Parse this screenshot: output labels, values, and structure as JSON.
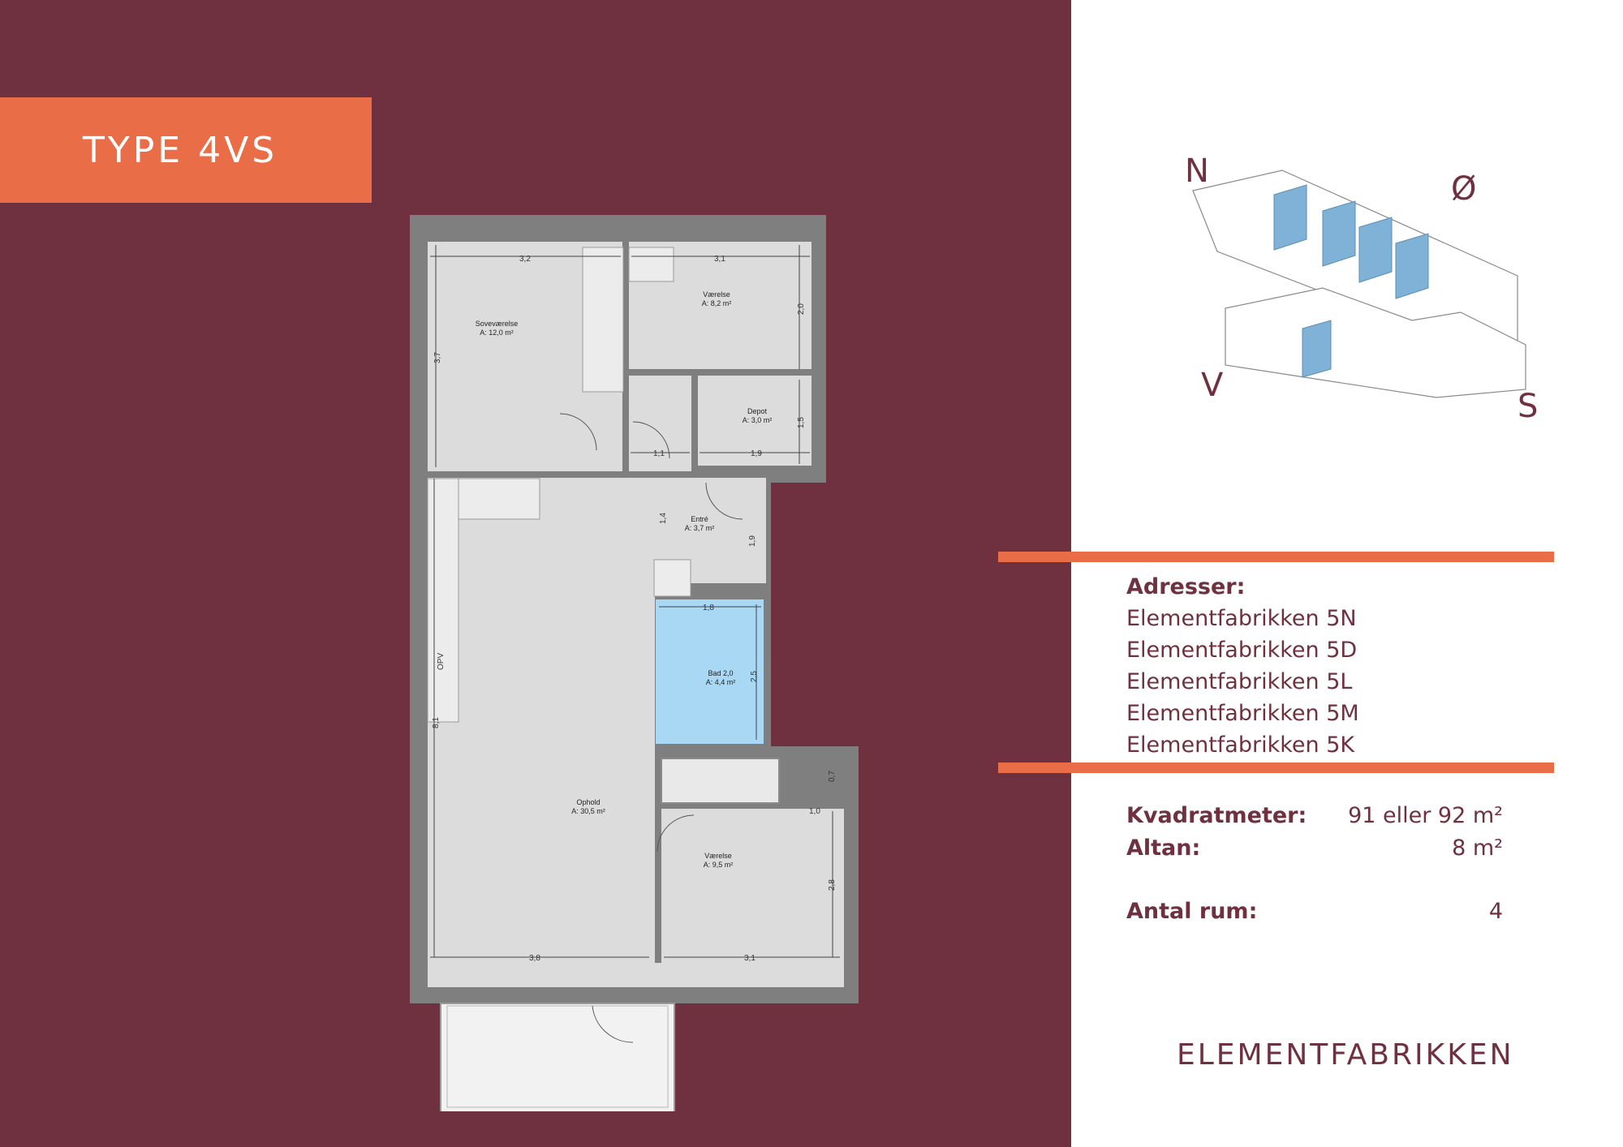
{
  "header": {
    "type_label": "TYPE 4VS"
  },
  "floorplan": {
    "rooms": [
      {
        "name": "Soveværelse",
        "area": "A: 12,0 m²"
      },
      {
        "name": "Værelse",
        "area": "A: 8,2 m²"
      },
      {
        "name": "Depot",
        "area": "A: 3,0 m²"
      },
      {
        "name": "Entré",
        "area": "A: 3,7 m²"
      },
      {
        "name": "Bad 2,0",
        "area": "A: 4,4 m²"
      },
      {
        "name": "Ophold",
        "area": "A: 30,5 m²"
      },
      {
        "name": "Værelse",
        "area": "A: 9,5 m²"
      }
    ],
    "dimensions": [
      "3,2",
      "3,1",
      "3,7",
      "2,0",
      "1,5",
      "1,1",
      "1,9",
      "1,4",
      "1,9",
      "1,8",
      "2,5",
      "8,1",
      "0,7",
      "1,0",
      "2,8",
      "3,8",
      "3,1"
    ],
    "fixture_label": "OPV"
  },
  "compass": {
    "n": "N",
    "o": "Ø",
    "v": "V",
    "s": "S"
  },
  "addresses": {
    "heading": "Adresser:",
    "items": [
      "Elementfabrikken 5N",
      "Elementfabrikken 5D",
      "Elementfabrikken 5L",
      "Elementfabrikken 5M",
      "Elementfabrikken 5K"
    ]
  },
  "specs": {
    "area_label": "Kvadratmeter:",
    "area_value": "91 eller 92 m²",
    "balcony_label": "Altan:",
    "balcony_value": "8 m²",
    "rooms_label": "Antal rum:",
    "rooms_value": "4"
  },
  "brand": "ELEMENTFABRIKKEN",
  "colors": {
    "burgundy": "#6f3140",
    "accent": "#e96e47",
    "highlight": "#7fb2d6",
    "bath": "#a9d8f5"
  }
}
